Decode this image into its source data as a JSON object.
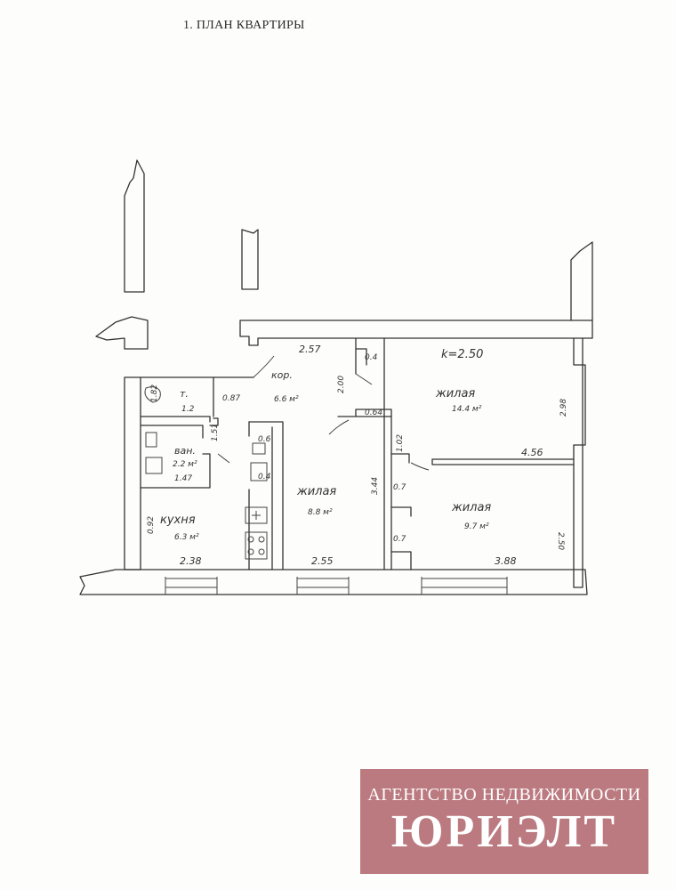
{
  "page_title": "1.  ПЛАН КВАРТИРЫ",
  "plan": {
    "ceiling_height": "k=2.50",
    "rooms": [
      {
        "id": "corridor",
        "name": "коp.",
        "area": "6.6 м²"
      },
      {
        "id": "living-large",
        "name": "жилая",
        "area": "14.4 м²"
      },
      {
        "id": "living-middle",
        "name": "жилая",
        "area": "8.8 м²"
      },
      {
        "id": "living-right",
        "name": "жилая",
        "area": "9.7 м²"
      },
      {
        "id": "toilet",
        "name": "т.",
        "area": "1.2"
      },
      {
        "id": "bath",
        "name": "ван.",
        "area": "2.2 м²"
      },
      {
        "id": "kitchen",
        "name": "кухня",
        "area": "6.3 м²"
      }
    ],
    "dimensions": {
      "d_257": "2.57",
      "d_04": "0.4",
      "d_200": "2.00",
      "d_087": "0.87",
      "d_064": "0.64",
      "d_102": "1.02",
      "d_298": "2.98",
      "d_456": "4.56",
      "d_06": "0.6",
      "d_04b": "0.4",
      "d_344": "3.44",
      "d_07a": "0.7",
      "d_07b": "0.7",
      "d_250": "2.50",
      "d_147": "1.47",
      "d_151": "1.51",
      "d_182": "1.82",
      "d_092": "0.92",
      "d_238": "2.38",
      "d_255": "2.55",
      "d_388": "3.88"
    }
  },
  "stamp": {
    "agency": "АГЕНТСТВО НЕДВИЖИМОСТИ",
    "brand": "ЮРИЭЛТ"
  }
}
